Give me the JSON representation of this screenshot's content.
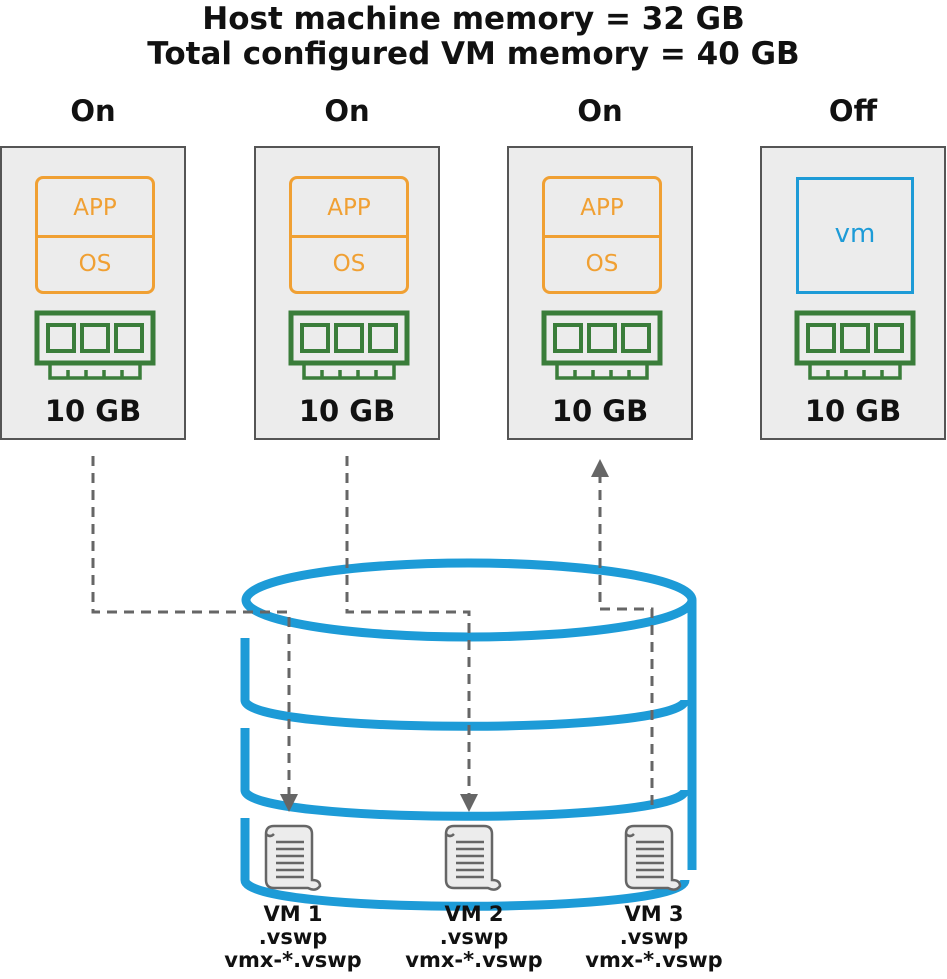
{
  "title": {
    "line1": "Host machine memory = 32 GB",
    "line2": "Total configured VM memory = 40 GB"
  },
  "vms": [
    {
      "state": "On",
      "guest_top": "APP",
      "guest_bottom": "OS",
      "memory": "10 GB"
    },
    {
      "state": "On",
      "guest_top": "APP",
      "guest_bottom": "OS",
      "memory": "10 GB"
    },
    {
      "state": "On",
      "guest_top": "APP",
      "guest_bottom": "OS",
      "memory": "10 GB"
    },
    {
      "state": "Off",
      "vm_icon_text": "vm",
      "memory": "10 GB"
    }
  ],
  "swap_files": [
    {
      "name": "VM 1",
      "ext": ".vswp",
      "vmx": "vmx-*.vswp"
    },
    {
      "name": "VM 2",
      "ext": ".vswp",
      "vmx": "vmx-*.vswp"
    },
    {
      "name": "VM 3",
      "ext": ".vswp",
      "vmx": "vmx-*.vswp"
    }
  ],
  "icons": [
    "memory-module-icon",
    "document-scroll-icon",
    "datastore-disk-icon"
  ],
  "colors": {
    "guest_os_orange": "#f0a033",
    "vm_blue": "#1d9bd7",
    "ram_green": "#3a7d3a",
    "box_gray": "#ececec",
    "arrow_gray": "#666666"
  }
}
